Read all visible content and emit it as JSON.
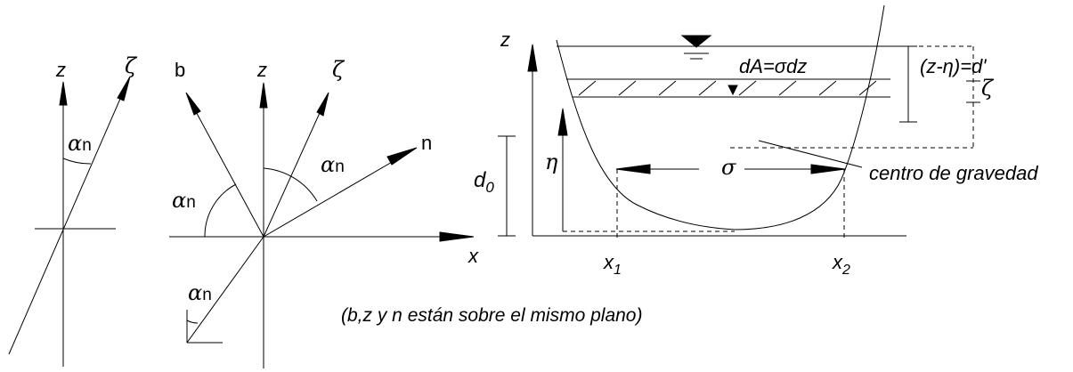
{
  "fig1": {
    "z": "z",
    "zeta": "ζ",
    "alpha": "α",
    "n_sub": "n"
  },
  "fig2": {
    "b": "b",
    "z": "z",
    "zeta": "ζ",
    "n": "n",
    "x": "x",
    "alpha": "α",
    "n_sub": "n"
  },
  "fig3": {
    "z": "z",
    "dA": "dA=σdz",
    "z_minus_eta": "(z-η)=d'",
    "zeta": "ζ",
    "centro": "centro de gravedad",
    "eta": "η",
    "d": "d",
    "d_sub": "0",
    "sigma": "σ",
    "x": "x",
    "x1_sub": "1",
    "x2_sub": "2"
  },
  "caption": "(b,z y n están sobre el mismo plano)"
}
